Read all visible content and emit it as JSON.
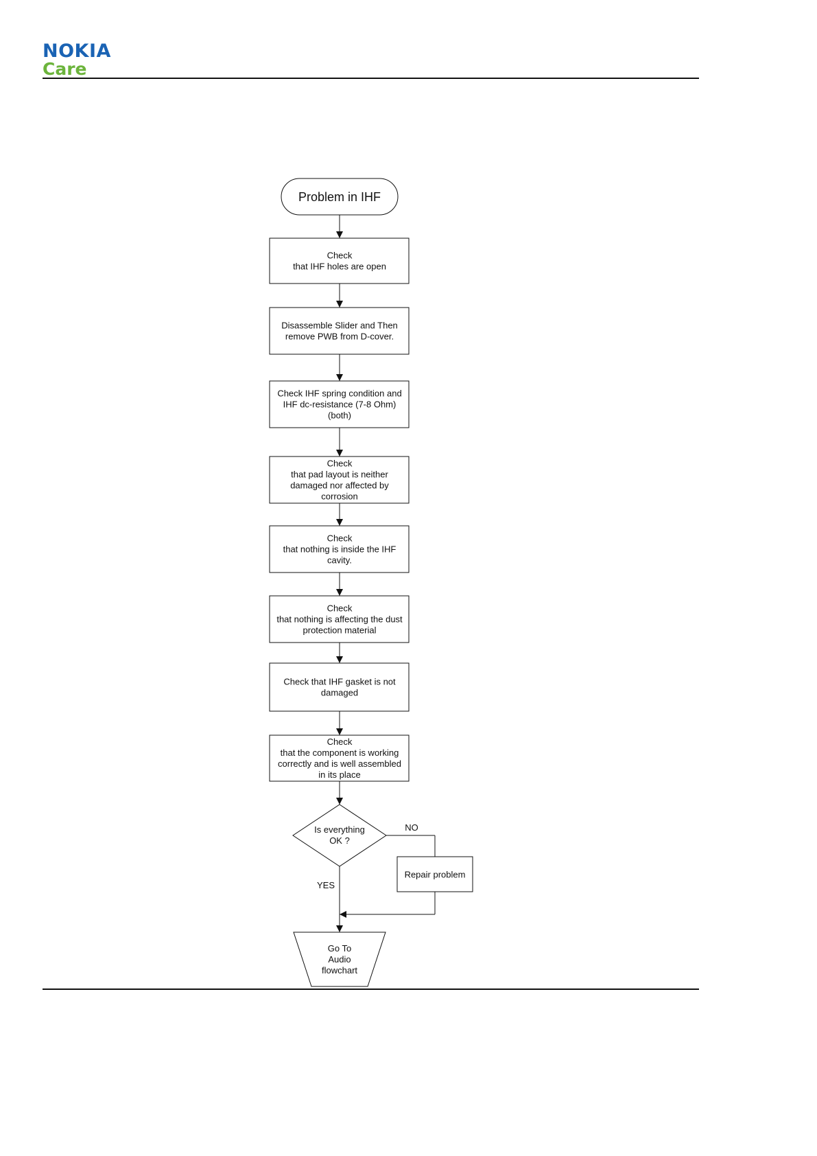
{
  "logo": {
    "main": "NOKIA",
    "sub": "Care"
  },
  "flowchart": {
    "start": "Problem in IHF",
    "steps": [
      [
        "Check",
        "that IHF holes are open"
      ],
      [
        "Disassemble Slider and Then",
        "remove PWB from D-cover."
      ],
      [
        "Check IHF spring condition and",
        "IHF dc-resistance (7-8 Ohm)",
        "(both)"
      ],
      [
        "Check",
        "that pad layout is neither",
        "damaged nor affected by",
        "corrosion"
      ],
      [
        "Check",
        "that nothing is inside the IHF",
        "cavity."
      ],
      [
        "Check",
        "that nothing is affecting the dust",
        "protection material"
      ],
      [
        "Check that IHF gasket is not",
        "damaged"
      ],
      [
        "Check",
        "that the component is working",
        "correctly and is well assembled",
        "in its place"
      ]
    ],
    "decision": [
      "Is everything",
      "OK ?"
    ],
    "no_label": "NO",
    "yes_label": "YES",
    "repair": "Repair problem",
    "end": [
      "Go To",
      "Audio",
      "flowchart"
    ]
  }
}
